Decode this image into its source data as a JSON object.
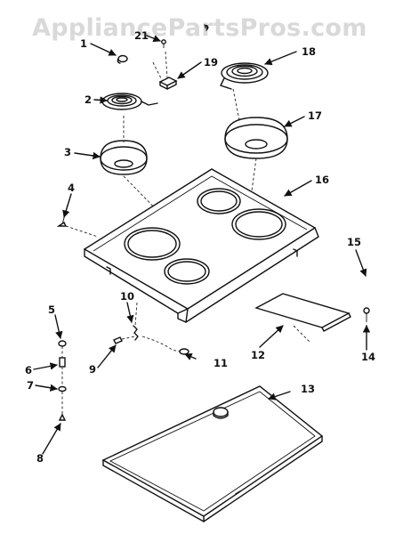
{
  "watermark": "AppliancePartsPros.com",
  "callouts": {
    "c1": "1",
    "c2": "2",
    "c3": "3",
    "c4": "4",
    "c5": "5",
    "c6": "6",
    "c7": "7",
    "c8": "8",
    "c9": "9",
    "c10": "10",
    "c11": "11",
    "c12": "12",
    "c13": "13",
    "c14": "14",
    "c15": "15",
    "c16": "16",
    "c17": "17",
    "c18": "18",
    "c19": "19",
    "c21": "21"
  }
}
